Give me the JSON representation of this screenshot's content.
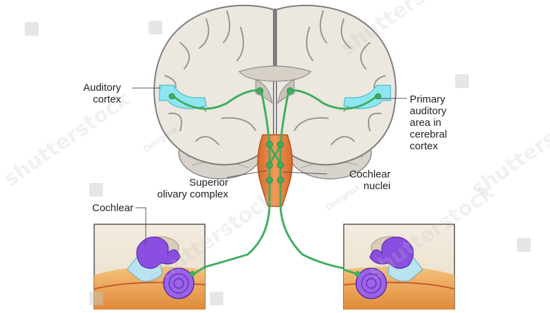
{
  "labels": {
    "auditory_cortex": [
      "Auditory",
      "cortex"
    ],
    "primary_area": [
      "Primary",
      "auditory",
      "area in",
      "cerebral",
      "cortex"
    ],
    "superior_olivary": [
      "Superior",
      "olivary complex"
    ],
    "cochlear_nuclei": [
      "Cochlear",
      "nuclei"
    ],
    "cochlear": "Cochlear"
  },
  "watermark": {
    "brand": "shutterstock",
    "credit": "Designua"
  },
  "colors": {
    "pathway": "#3fae5e",
    "auditory_area": "#8fe6f0",
    "brainstem": "#e07b3e",
    "cochlea": "#8a4fe0",
    "brain_tissue": "#ece7df",
    "brain_outline": "#8a8a8a"
  }
}
